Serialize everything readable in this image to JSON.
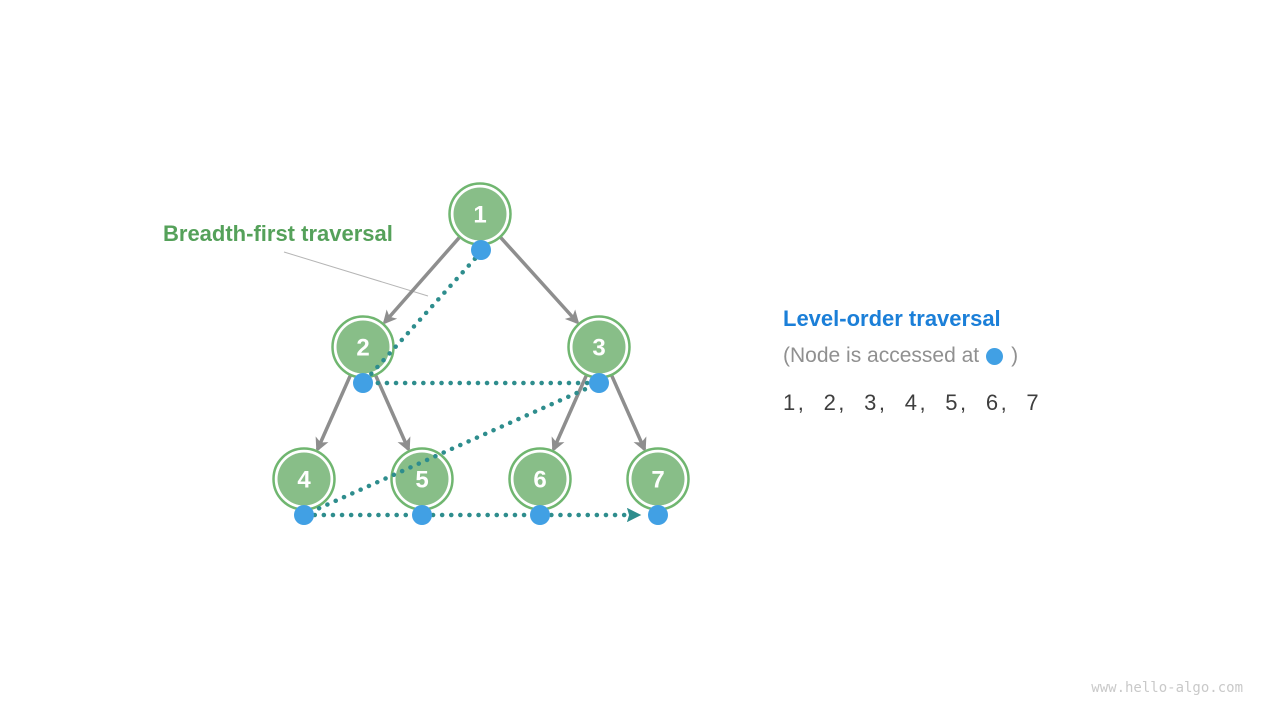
{
  "labels": {
    "breadth_first": "Breadth-first traversal",
    "level_order": "Level-order traversal",
    "node_accessed_prefix": "(Node is accessed at",
    "node_accessed_suffix": ")",
    "sequence": "1,  2,  3,  4,  5,  6,  7"
  },
  "tree": {
    "type": "binary-tree",
    "nodes": [
      {
        "id": 1,
        "label": "1"
      },
      {
        "id": 2,
        "label": "2"
      },
      {
        "id": 3,
        "label": "3"
      },
      {
        "id": 4,
        "label": "4"
      },
      {
        "id": 5,
        "label": "5"
      },
      {
        "id": 6,
        "label": "6"
      },
      {
        "id": 7,
        "label": "7"
      }
    ],
    "edges": [
      [
        1,
        2
      ],
      [
        1,
        3
      ],
      [
        2,
        4
      ],
      [
        2,
        5
      ],
      [
        3,
        6
      ],
      [
        3,
        7
      ]
    ],
    "traversal_order": [
      1,
      2,
      3,
      4,
      5,
      6,
      7
    ]
  },
  "icons": {
    "access_marker": "blue-dot-icon",
    "traversal_path": "teal-dotted-arrow"
  },
  "colors": {
    "node_fill": "#88BE88",
    "node_ring": "#70B670",
    "green_label": "#55A15A",
    "blue_dot": "#41A0E4",
    "blue_title": "#1B7FD8",
    "teal_path": "#2E8D8D",
    "gray_edge": "#8E8E8E",
    "gray_note": "#909090",
    "sequence_text": "#3E3E3E",
    "watermark": "#C9C9C9",
    "leader_line": "#B5B5B5"
  },
  "watermark": "www.hello-algo.com"
}
